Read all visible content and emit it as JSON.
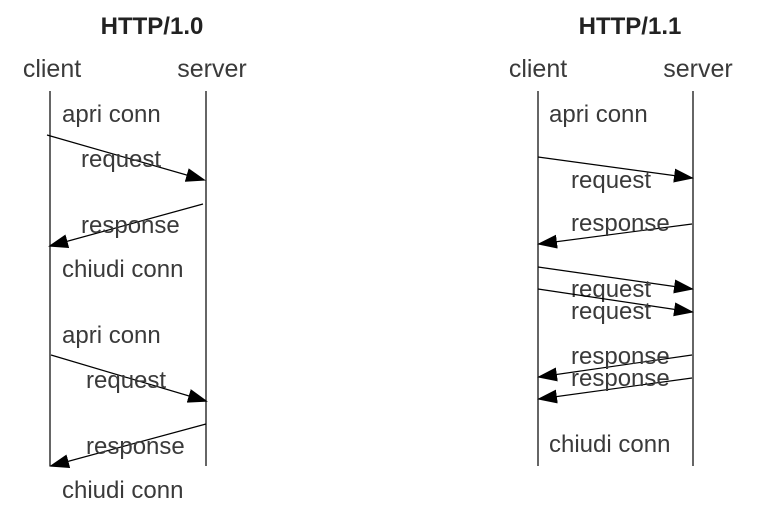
{
  "left": {
    "title": "HTTP/1.0",
    "client": "client",
    "server": "server",
    "open_1": "apri conn",
    "request_1": "request",
    "response_1": "response",
    "close_1": "chiudi conn",
    "open_2": "apri conn",
    "request_2": "request",
    "response_2": "response",
    "close_2": "chiudi conn"
  },
  "right": {
    "title": "HTTP/1.1",
    "client": "client",
    "server": "server",
    "open": "apri conn",
    "request_1": "request",
    "response_1": "response",
    "request_2": "request",
    "request_3": "request",
    "response_2": "response",
    "response_3": "response",
    "close": "chiudi conn"
  },
  "colors": {
    "line": "#000000",
    "text": "#3a3a3a",
    "title": "#222222"
  }
}
